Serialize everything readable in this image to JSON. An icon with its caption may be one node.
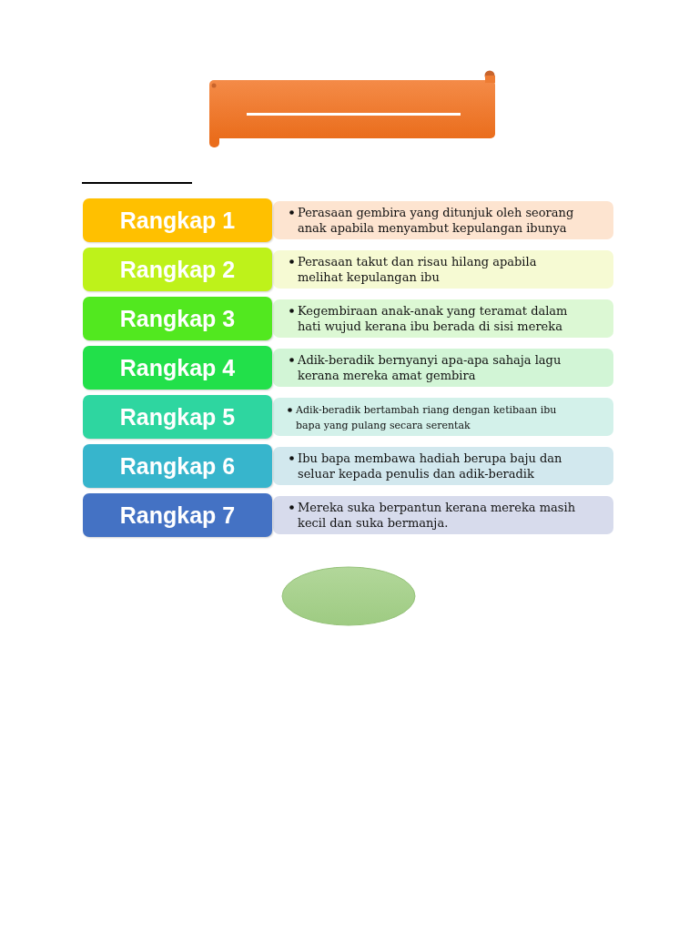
{
  "diagram": {
    "nodes": [
      {
        "text": [],
        "shape": "scroll"
      },
      {
        "text": [
          "Rangkap 1"
        ]
      },
      {
        "text": [
          "Perasaan gembira yang ditunjuk oleh seorang anak apabila menyambut kepulangan ibunya"
        ]
      },
      {
        "text": [
          "Rangkap 2"
        ]
      },
      {
        "text": [
          "Perasaan takut dan risau hilang apabila melihat kepulangan ibu"
        ]
      },
      {
        "text": [
          "Rangkap 3"
        ]
      },
      {
        "text": [
          "Kegembiraan anak-anak yang teramat dalam hati wujud kerana ibu berada di sisi mereka"
        ]
      },
      {
        "text": [
          "Rangkap 4"
        ]
      },
      {
        "text": [
          "Adik-beradik bernyanyi apa-apa sahaja lagu kerana mereka amat gembira"
        ]
      },
      {
        "text": [
          "Rangkap 5"
        ]
      },
      {
        "text": [
          "Adik-beradik bertambah riang dengan ketibaan ibu bapa yang pulang secara serentak"
        ]
      },
      {
        "text": [
          "Rangkap 6"
        ]
      },
      {
        "text": [
          "Ibu bapa membawa hadiah berupa baju dan seluar kepada penulis dan adik-beradik"
        ]
      },
      {
        "text": [
          "Rangkap 7"
        ]
      },
      {
        "text": [
          "Mereka suka berpantun kerana mereka masih kecil dan suka bermanja."
        ]
      },
      {
        "text": [],
        "shape": "ellipse"
      }
    ]
  }
}
